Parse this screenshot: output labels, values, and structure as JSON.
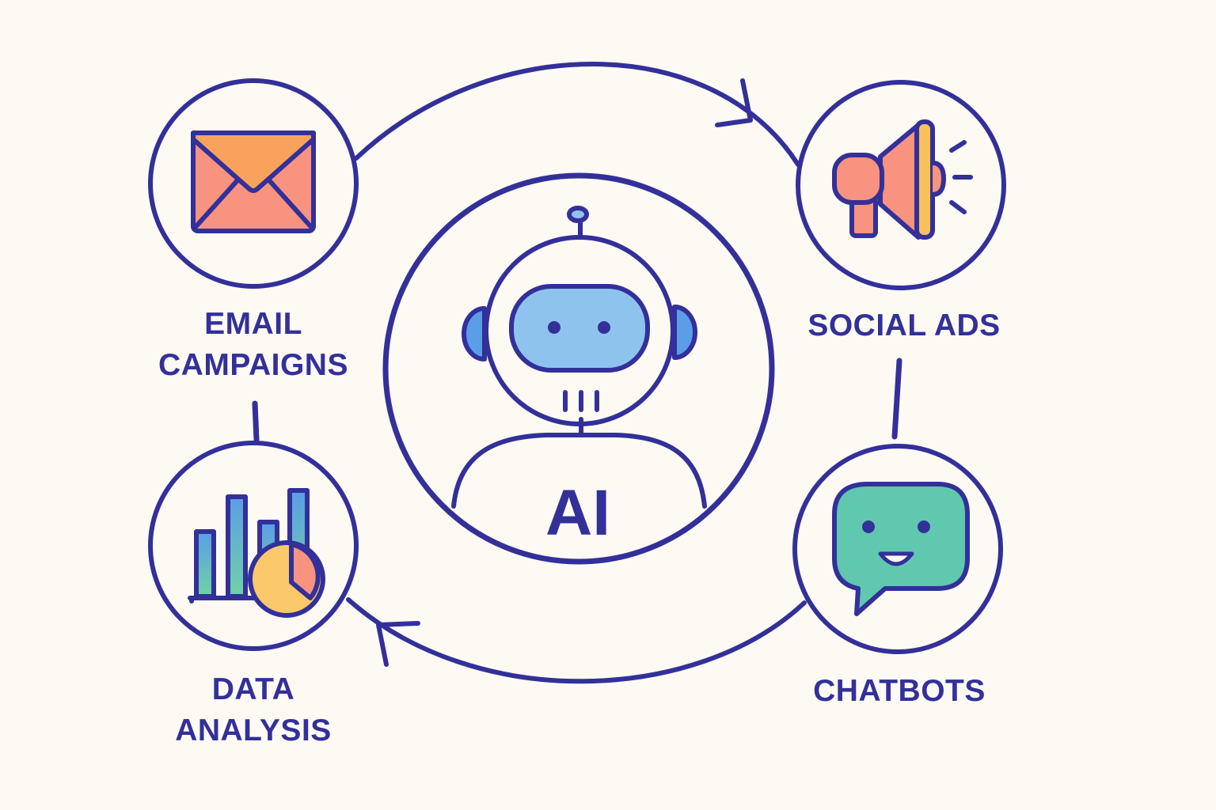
{
  "center": {
    "label": "AI"
  },
  "nodes": {
    "email": {
      "lines": [
        "EMAIL",
        "CAMPAIGNS"
      ]
    },
    "social": {
      "lines": [
        "SOCIAL ADS"
      ]
    },
    "data": {
      "lines": [
        "DATA",
        "ANALYSIS"
      ]
    },
    "chat": {
      "lines": [
        "CHATBOTS"
      ]
    }
  },
  "colors": {
    "stroke": "#33309a",
    "background": "#fdfaf4",
    "envelope_top": "#f9a25c",
    "envelope_body": "#f7937f",
    "megaphone": "#f7937f",
    "megaphone_band": "#f9c15c",
    "robot_face": "#8ec3ee",
    "robot_ears": "#5b9de6",
    "chat_bubble": "#5fc8ae",
    "chart_bar_top": "#5b9de6",
    "chart_bar_bottom": "#6fd3a5",
    "pie_main": "#fbc86b",
    "pie_slice": "#f7937f"
  },
  "icons": [
    "envelope-icon",
    "megaphone-icon",
    "bar-chart-icon",
    "chat-bubble-icon",
    "robot-icon"
  ]
}
